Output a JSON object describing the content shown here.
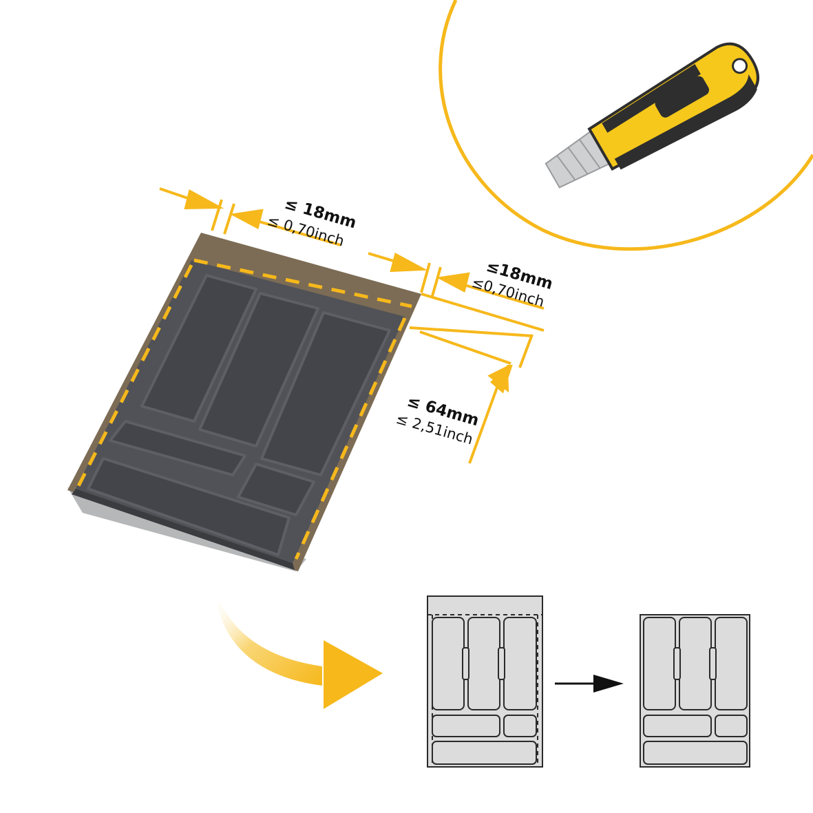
{
  "colors": {
    "accent": "#f6b81b",
    "tray": "#505257",
    "tray_dark": "#3e4045",
    "trim": "#7c6c55",
    "diagram_fill": "#dcdcdc",
    "diagram_line": "#2a2a2a"
  },
  "dimensions": {
    "top_left": {
      "mm": "≤ 18mm",
      "inch": "≤ 0,70inch"
    },
    "top_right": {
      "mm": "≤18mm",
      "inch": "≤0,70inch"
    },
    "side": {
      "mm": "≤ 64mm",
      "inch": "≤ 2,51inch"
    }
  },
  "icons": {
    "cutter": "utility-knife-icon",
    "curved_arrow": "curved-arrow-icon",
    "transform_arrow": "arrow-right-icon"
  }
}
